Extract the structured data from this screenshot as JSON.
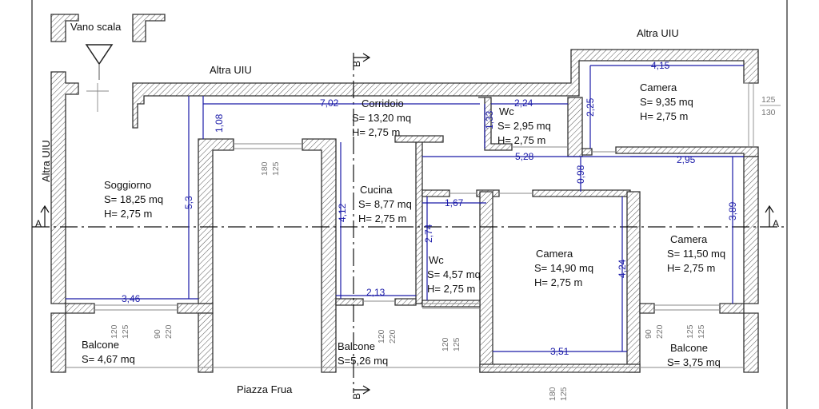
{
  "colors": {
    "wall_stroke": "#333333",
    "hatch": "#555555",
    "dimension": "#1a1aa8",
    "window": "#888888",
    "axis": "#111111"
  },
  "labels": {
    "vano_scala": "Vano scala",
    "altra_uiu_top": "Altra UIU",
    "altra_uiu_right": "Altra UIU",
    "altra_uiu_left": "Altra UIU",
    "piazza": "Piazza Frua"
  },
  "rooms": {
    "soggiorno": {
      "name": "Soggiorno",
      "area": "S= 18,25 mq",
      "height": "H= 2,75 m"
    },
    "corridoio": {
      "name": "Corridoio",
      "area": "S= 13,20 mq",
      "height": "H= 2,75 m"
    },
    "wc1": {
      "name": "Wc",
      "area": "S= 2,95 mq",
      "height": "H= 2,75 m"
    },
    "camera_top": {
      "name": "Camera",
      "area": "S= 9,35 mq",
      "height": "H= 2,75 m"
    },
    "cucina": {
      "name": "Cucina",
      "area": "S= 8,77 mq",
      "height": "H= 2,75 m"
    },
    "wc2": {
      "name": "Wc",
      "area": "S= 4,57 mq",
      "height": "H= 2,75 m"
    },
    "camera_mid": {
      "name": "Camera",
      "area": "S= 14,90 mq",
      "height": "H= 2,75 m"
    },
    "camera_right": {
      "name": "Camera",
      "area": "S= 11,50 mq",
      "height": "H= 2,75 m"
    },
    "balcone1": {
      "name": "Balcone",
      "area": "S= 4,67 mq"
    },
    "balcone2": {
      "name": "Balcone",
      "area": "S=5,26 mq"
    },
    "balcone3": {
      "name": "Balcone",
      "area": "S= 3,75 mq"
    }
  },
  "dimensions": {
    "d_702": "7,02",
    "d_224": "2,24",
    "d_415": "4,15",
    "d_225": "2,25",
    "d_108": "1,08",
    "d_133": "1,33",
    "d_528": "5,28",
    "d_098": "0,98",
    "d_295": "2,95",
    "d_53": "5,3",
    "d_412": "4,12",
    "d_167": "1,67",
    "d_274": "2,74",
    "d_424": "4,24",
    "d_389": "3,89",
    "d_346": "3,46",
    "d_213": "2,13",
    "d_351": "3,51"
  },
  "windows": {
    "w_125_130_a": "125",
    "w_125_130_b": "130",
    "w_180_125_a": "180",
    "w_180_125_b": "125",
    "w_120_125_a": "120",
    "w_120_125_b": "125",
    "w_90_220_a": "90",
    "w_90_220_b": "220",
    "w_120_220_a": "120",
    "w_120_220_b": "220",
    "w_120_125c_a": "120",
    "w_120_125c_b": "125",
    "w_90_220c_a": "90",
    "w_90_220c_b": "220",
    "w_125_125_a": "125",
    "w_125_125_b": "125",
    "w_180_125b_a": "180",
    "w_180_125b_b": "125"
  },
  "axes": {
    "a_left": "A",
    "a_right": "A",
    "b_top": "B",
    "b_bottom": "B"
  }
}
